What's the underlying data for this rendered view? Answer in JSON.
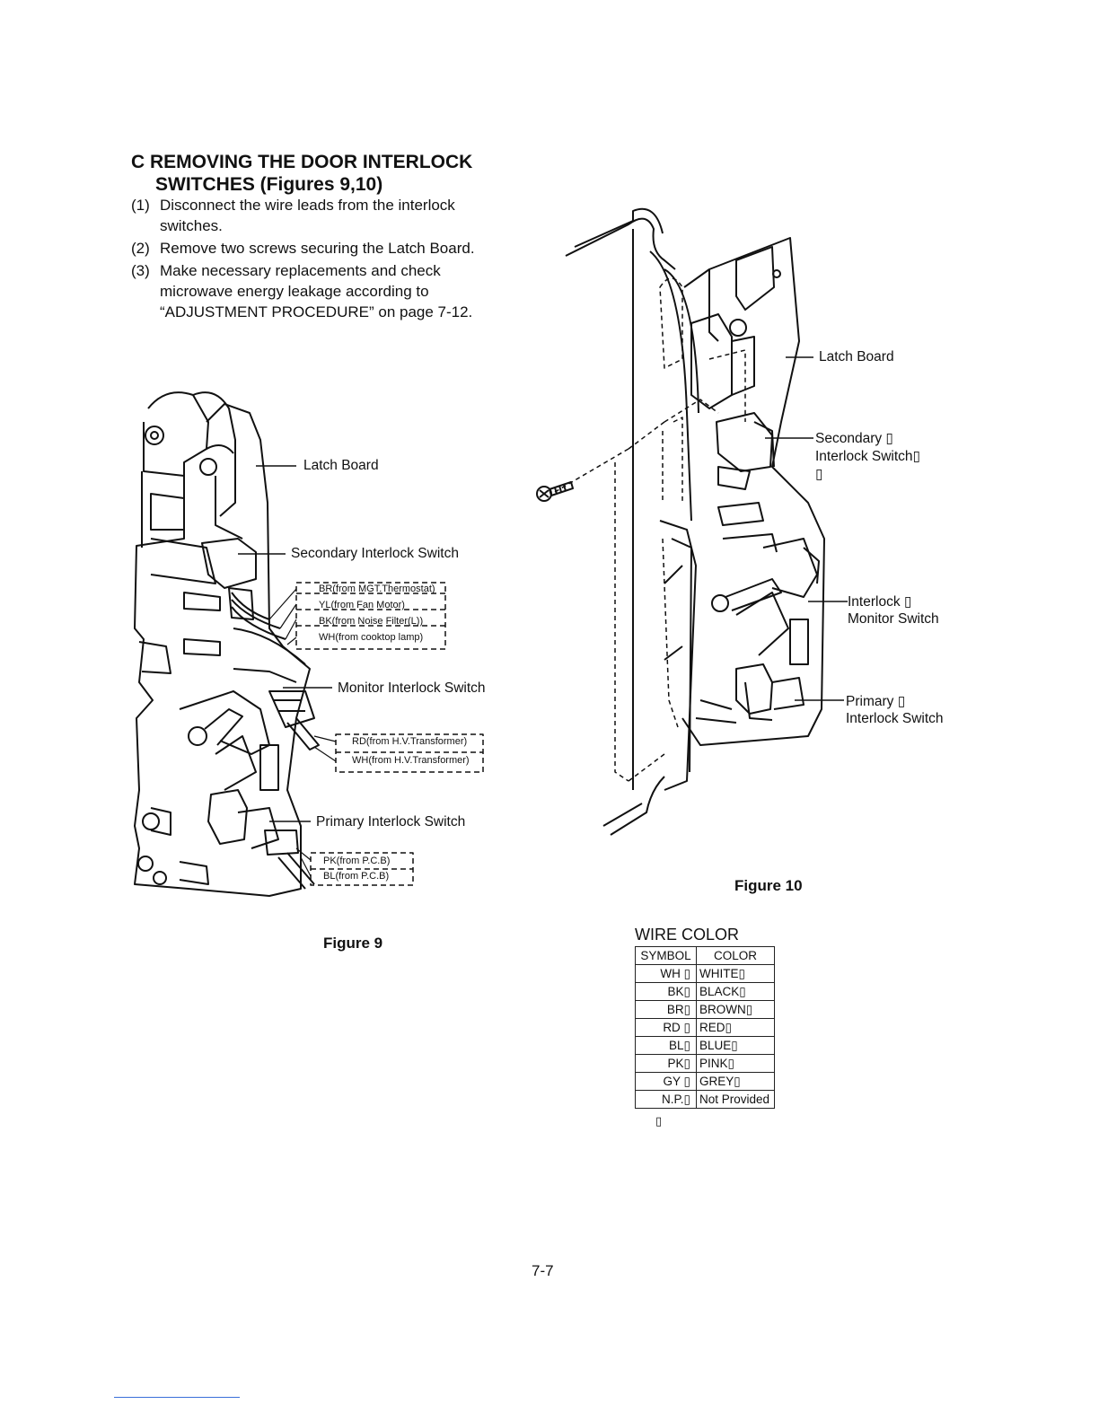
{
  "section": {
    "title_line1": "C  REMOVING THE DOOR INTERLOCK",
    "title_line2": "SWITCHES (Figures 9,10)",
    "steps": [
      {
        "num": "(1)",
        "text": "Disconnect the wire leads from the interlock switches."
      },
      {
        "num": "(2)",
        "text": "Remove two screws securing the Latch Board."
      },
      {
        "num": "(3)",
        "text": "Make necessary replacements and check microwave energy leakage according to “ADJUSTMENT PROCEDURE” on page 7-12."
      }
    ]
  },
  "figure9": {
    "caption": "Figure 9",
    "labels": {
      "latch_board": "Latch Board",
      "secondary_switch": "Secondary Interlock Switch",
      "monitor_switch": "Monitor Interlock Switch",
      "primary_switch": "Primary Interlock Switch"
    },
    "wires_secondary": [
      "BR(from MGT.Thermostat)",
      "YL(from Fan Motor)",
      "BK(from Noise Filter(L))",
      "WH(from cooktop lamp)"
    ],
    "wires_monitor": [
      "RD(from H.V.Transformer)",
      "WH(from H.V.Transformer)"
    ],
    "wires_primary": [
      "PK(from P.C.B)",
      "BL(from P.C.B)"
    ]
  },
  "figure10": {
    "caption": "Figure 10",
    "labels": {
      "latch_board": "Latch Board",
      "secondary_l1": "Secondary ▯",
      "secondary_l2": "Interlock Switch▯",
      "secondary_l3": "▯",
      "interlock_l1": "Interlock ▯",
      "interlock_l2": "Monitor Switch",
      "primary_l1": "Primary ▯",
      "primary_l2": "Interlock Switch"
    }
  },
  "wire_color": {
    "title": "WIRE COLOR",
    "headers": [
      "SYMBOL",
      "COLOR"
    ],
    "rows": [
      [
        "WH ▯",
        "WHITE▯"
      ],
      [
        "BK▯",
        "BLACK▯"
      ],
      [
        "BR▯",
        "BROWN▯"
      ],
      [
        "RD ▯",
        "RED▯"
      ],
      [
        "BL▯",
        "BLUE▯"
      ],
      [
        "PK▯",
        "PINK▯"
      ],
      [
        "GY ▯",
        "GREY▯"
      ],
      [
        "N.P.▯",
        "Not Provided"
      ]
    ],
    "trailing_mark": "▯"
  },
  "page_number": "7-7"
}
